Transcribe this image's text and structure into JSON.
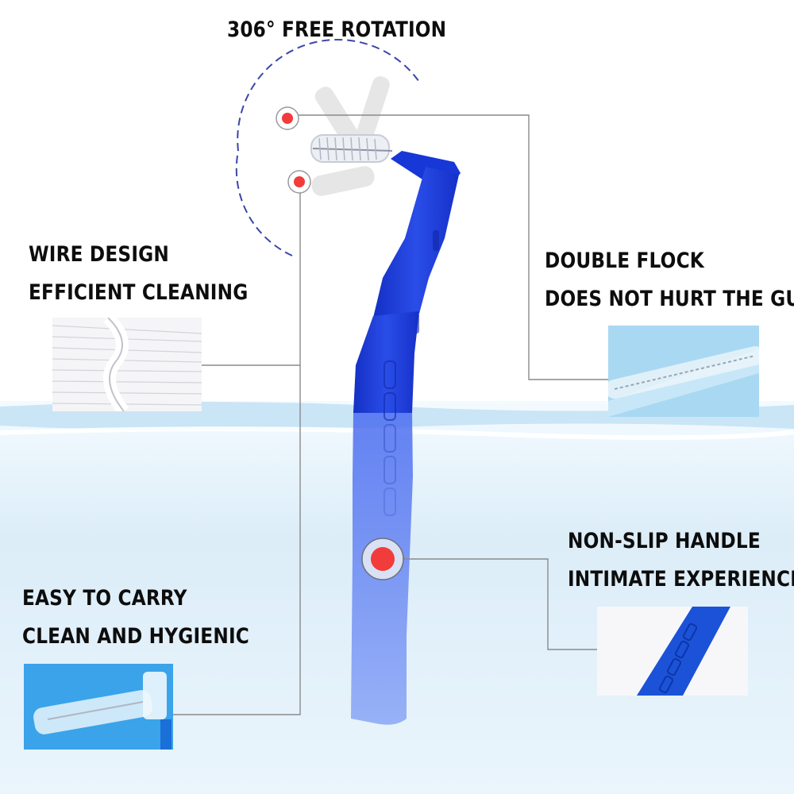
{
  "title": "306° FREE ROTATION",
  "features": {
    "wire": {
      "line1": "WIRE DESIGN",
      "line2": "EFFICIENT CLEANING"
    },
    "flock": {
      "line1": "DOUBLE FLOCK",
      "line2": "DOES NOT HURT THE GUMS"
    },
    "nonslip": {
      "line1": "NON-SLIP HANDLE",
      "line2": "INTIMATE EXPERIENCE"
    },
    "carry": {
      "line1": "EASY TO CARRY",
      "line2": "CLEAN AND HYGIENIC"
    }
  },
  "colors": {
    "handle": "#1a3ed6",
    "marker": "#f23b3b",
    "water": "#dbeefa",
    "leader_line": "#8a8a8a"
  }
}
